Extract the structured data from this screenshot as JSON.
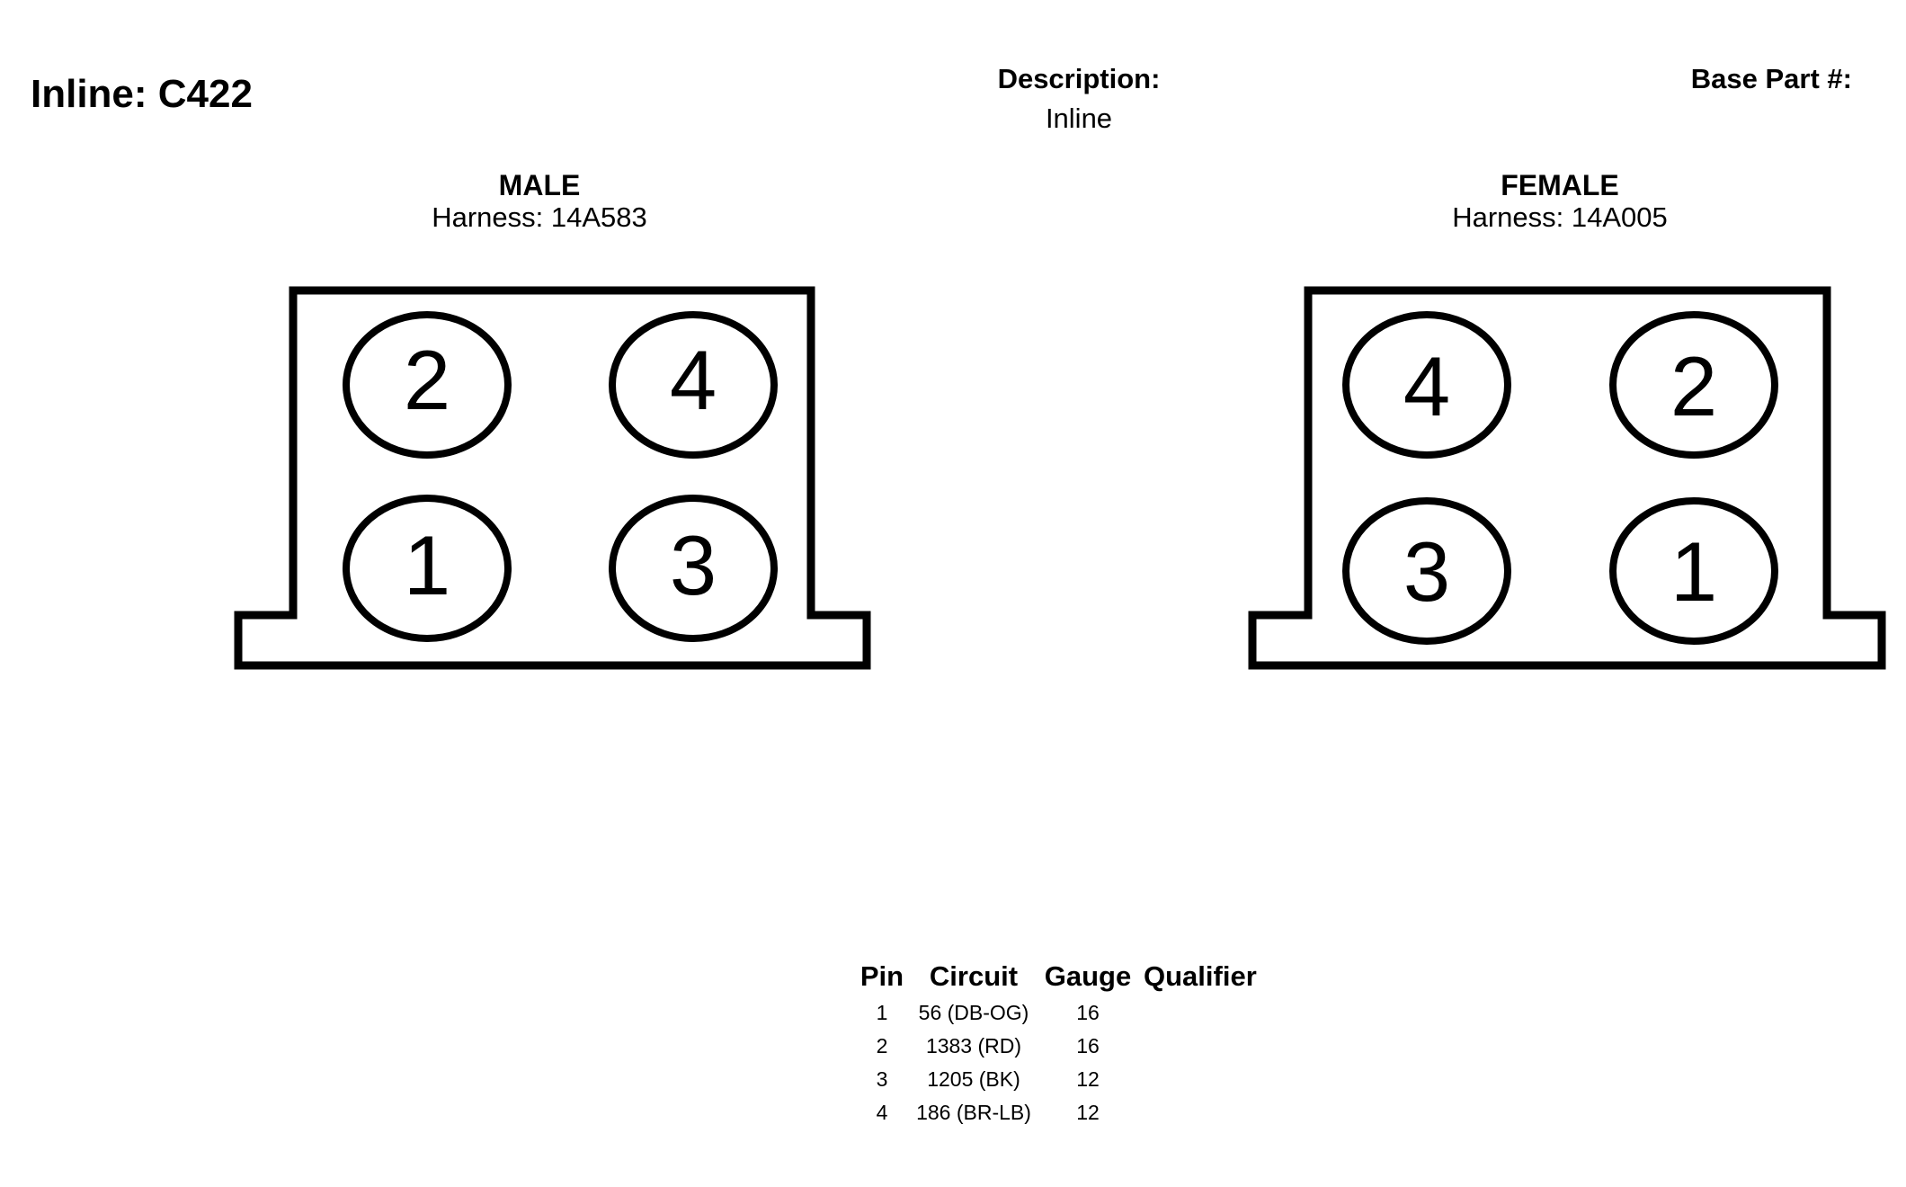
{
  "header": {
    "title": "Inline: C422",
    "description_label": "Description:",
    "description_value": "Inline",
    "base_part_label": "Base Part #:"
  },
  "connectors": {
    "male": {
      "gender": "MALE",
      "harness": "Harness: 14A583",
      "pins_top": [
        "2",
        "4"
      ],
      "pins_bottom": [
        "1",
        "3"
      ]
    },
    "female": {
      "gender": "FEMALE",
      "harness": "Harness: 14A005",
      "pins_top": [
        "4",
        "2"
      ],
      "pins_bottom": [
        "3",
        "1"
      ]
    }
  },
  "pin_table": {
    "headers": [
      "Pin",
      "Circuit",
      "Gauge",
      "Qualifier"
    ],
    "rows": [
      {
        "pin": "1",
        "circuit": "56 (DB-OG)",
        "gauge": "16",
        "qualifier": ""
      },
      {
        "pin": "2",
        "circuit": "1383 (RD)",
        "gauge": "16",
        "qualifier": ""
      },
      {
        "pin": "3",
        "circuit": "1205 (BK)",
        "gauge": "12",
        "qualifier": ""
      },
      {
        "pin": "4",
        "circuit": "186 (BR-LB)",
        "gauge": "12",
        "qualifier": ""
      }
    ]
  }
}
